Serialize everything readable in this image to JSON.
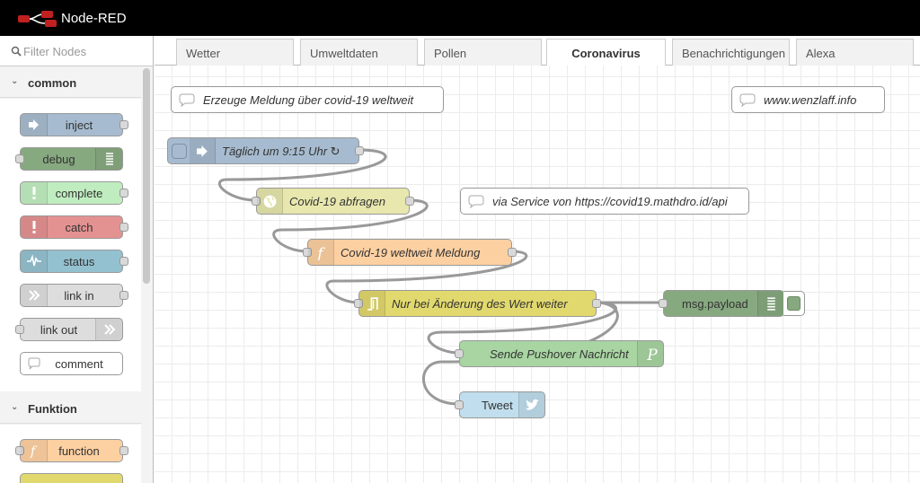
{
  "app": {
    "title": "Node-RED"
  },
  "palette": {
    "filter_placeholder": "Filter Nodes",
    "categories": [
      {
        "name": "common",
        "nodes": [
          {
            "label": "inject",
            "color": "#a6bbcf",
            "icon": "inject-icon"
          },
          {
            "label": "debug",
            "color": "#87a980",
            "icon": "debug-icon"
          },
          {
            "label": "complete",
            "color": "#c0edc0",
            "icon": "alert-icon"
          },
          {
            "label": "catch",
            "color": "#e49191",
            "icon": "alert-icon"
          },
          {
            "label": "status",
            "color": "#94c1d0",
            "icon": "status-icon"
          },
          {
            "label": "link in",
            "color": "#dddddd",
            "icon": "link-in-icon"
          },
          {
            "label": "link out",
            "color": "#dddddd",
            "icon": "link-out-icon"
          },
          {
            "label": "comment",
            "color": "#ffffff",
            "icon": "comment-icon"
          }
        ]
      },
      {
        "name": "Funktion",
        "nodes": [
          {
            "label": "function",
            "color": "#fdd0a2",
            "icon": "function-icon"
          }
        ]
      }
    ]
  },
  "tabs": [
    {
      "label": "Wetter",
      "active": false
    },
    {
      "label": "Umweltdaten",
      "active": false
    },
    {
      "label": "Pollen",
      "active": false
    },
    {
      "label": "Coronavirus",
      "active": true
    },
    {
      "label": "Benachrichtigungen",
      "active": false
    },
    {
      "label": "Alexa",
      "active": false
    }
  ],
  "flow": {
    "comments": [
      {
        "text": "Erzeuge Meldung über covid-19 weltweit"
      },
      {
        "text": "www.wenzlaff.info"
      },
      {
        "text": "via Service von https://covid19.mathdro.id/api"
      }
    ],
    "nodes": [
      {
        "label": "Täglich um 9:15 Uhr ↻",
        "type": "inject",
        "color": "#a6bbcf",
        "icon": "inject-icon"
      },
      {
        "label": "Covid-19 abfragen",
        "type": "http request",
        "color": "#e7e7ae",
        "icon": "globe-icon"
      },
      {
        "label": "Covid-19 weltweit Meldung",
        "type": "function",
        "color": "#fdd0a2",
        "icon": "function-icon"
      },
      {
        "label": "Nur bei Änderung des Wert weiter",
        "type": "rbe",
        "color": "#e2d96e",
        "icon": "rbe-icon"
      },
      {
        "label": "msg.payload",
        "type": "debug",
        "color": "#87a980",
        "icon": "debug-icon"
      },
      {
        "label": "Sende Pushover Nachricht",
        "type": "pushover",
        "color": "#a8d5a2",
        "icon": "pushover-icon"
      },
      {
        "label": "Tweet",
        "type": "twitter",
        "color": "#c0deed",
        "icon": "twitter-icon"
      }
    ]
  }
}
